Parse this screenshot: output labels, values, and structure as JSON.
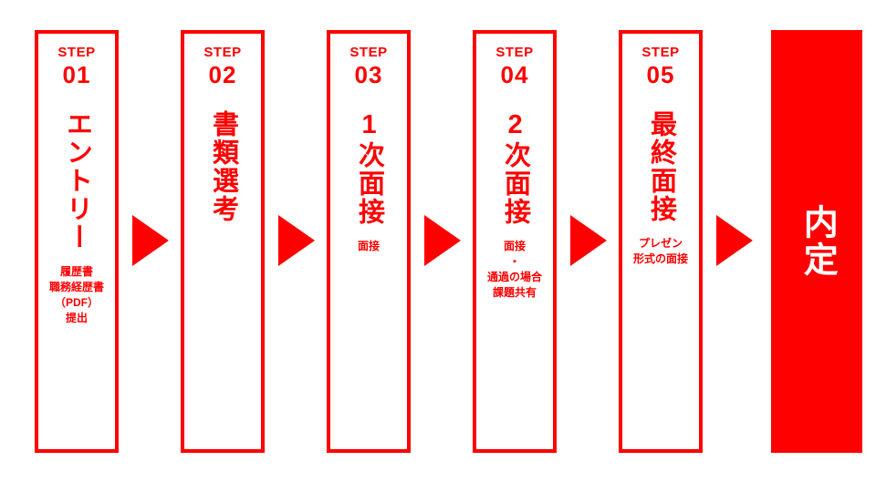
{
  "diagram": {
    "title": "selection-process-flow",
    "accent_color": "#ff0000",
    "text_on_accent_color": "#ffffff",
    "background_color": "#ffffff",
    "arrow_glyph": "right-triangle"
  },
  "steps": [
    {
      "kicker": "STEP",
      "number": "01",
      "title": "エントリー",
      "note": "履歴書\n職務経歴書\n（PDF）\n提出",
      "filled": false
    },
    {
      "kicker": "STEP",
      "number": "02",
      "title": "書類選考",
      "note": "",
      "filled": false
    },
    {
      "kicker": "STEP",
      "number": "03",
      "title": "1次面接",
      "note": "面接",
      "filled": false
    },
    {
      "kicker": "STEP",
      "number": "04",
      "title": "2次面接",
      "note": "面接\n・\n通過の場合\n課題共有",
      "filled": false
    },
    {
      "kicker": "STEP",
      "number": "05",
      "title": "最終面接",
      "note": "プレゼン\n形式の面接",
      "filled": false
    }
  ],
  "result": {
    "title": "内定",
    "filled": true
  }
}
